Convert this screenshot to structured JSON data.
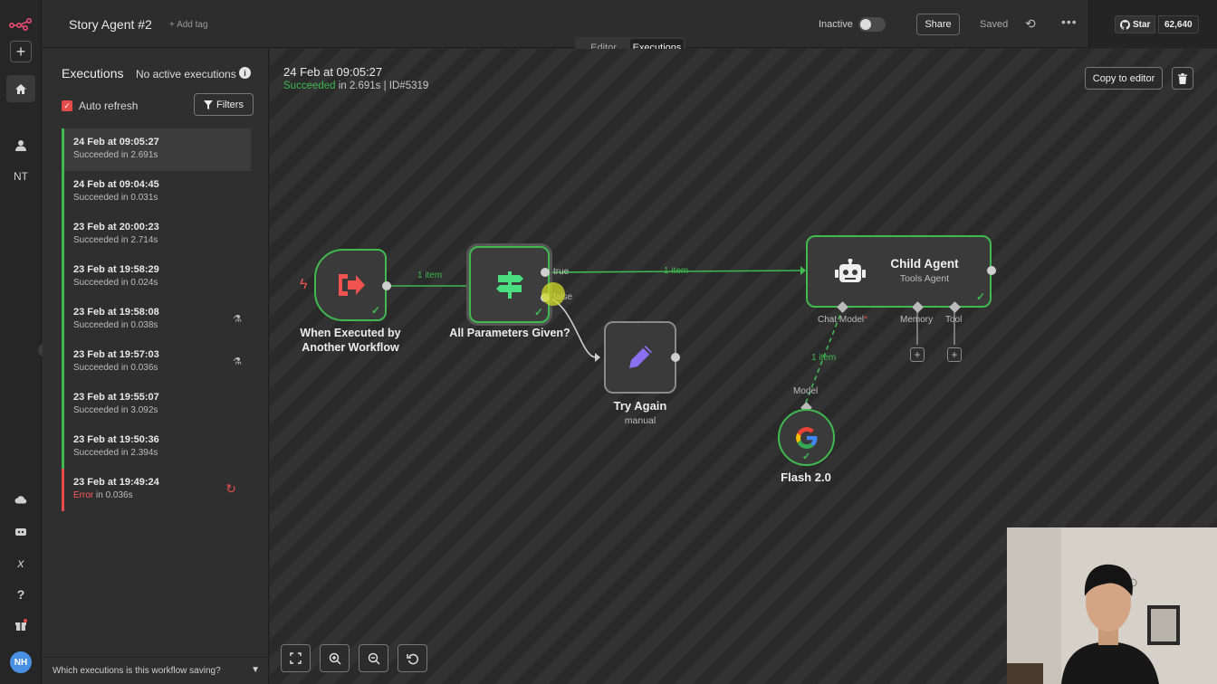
{
  "app": {
    "workflow_name": "Story Agent #2",
    "add_tag": "+ Add tag",
    "active_label": "Inactive",
    "share_label": "Share",
    "saved_label": "Saved",
    "github": {
      "star_label": "Star",
      "star_count": "62,640"
    }
  },
  "rail": {
    "user_initials": "NT",
    "avatar_initials": "NH"
  },
  "mode_tabs": [
    "Editor",
    "Executions"
  ],
  "executions_panel": {
    "title": "Executions",
    "no_active": "No active executions",
    "auto_refresh_label": "Auto refresh",
    "filters_label": "Filters",
    "items": [
      {
        "date": "24 Feb at 09:05:27",
        "status": "Succeeded in 2.691s"
      },
      {
        "date": "24 Feb at 09:04:45",
        "status": "Succeeded in 0.031s"
      },
      {
        "date": "23 Feb at 20:00:23",
        "status": "Succeeded in 2.714s"
      },
      {
        "date": "23 Feb at 19:58:29",
        "status": "Succeeded in 0.024s"
      },
      {
        "date": "23 Feb at 19:58:08",
        "status": "Succeeded in 0.038s"
      },
      {
        "date": "23 Feb at 19:57:03",
        "status": "Succeeded in 0.036s"
      },
      {
        "date": "23 Feb at 19:55:07",
        "status": "Succeeded in 3.092s"
      },
      {
        "date": "23 Feb at 19:50:36",
        "status": "Succeeded in 2.394s"
      },
      {
        "date": "23 Feb at 19:49:24",
        "status_prefix": "Error",
        "status_suffix": " in 0.036s"
      }
    ],
    "saving_question": "Which executions is this workflow saving?"
  },
  "canvas": {
    "execution_time": "24 Feb at 09:05:27",
    "status_word": "Succeeded",
    "status_rest": " in 2.691s | ID#5319",
    "copy_to_editor": "Copy to editor",
    "nodes": {
      "trigger_label_line1": "When Executed by",
      "trigger_label_line2": "Another Workflow",
      "if_label": "All Parameters Given?",
      "try_again_label": "Try Again",
      "try_again_sub": "manual",
      "agent_title": "Child Agent",
      "agent_sub": "Tools Agent",
      "flash_label": "Flash 2.0"
    },
    "edges": {
      "trigger_to_if": "1 item",
      "true_label": "true",
      "false_label": "false",
      "if_to_agent": "1 item",
      "model_link": "1 item"
    },
    "ports": {
      "chat_model": "Chat Model",
      "chat_model_required": "*",
      "memory": "Memory",
      "tool": "Tool",
      "model": "Model"
    }
  },
  "colors": {
    "success": "#3fb950",
    "error": "#e64b4b",
    "agent_border": "#3fb950",
    "edit_icon": "#8a6ff0"
  }
}
